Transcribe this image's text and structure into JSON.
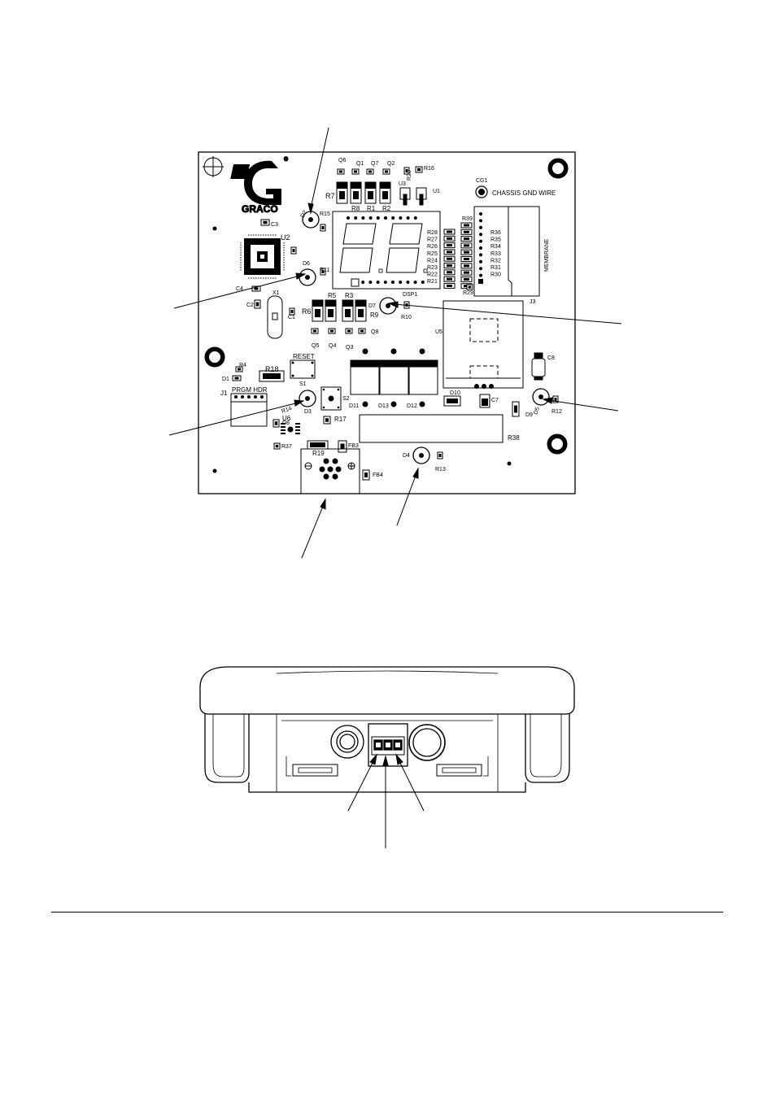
{
  "board": {
    "brand": "GRACO",
    "registered": "®",
    "chassis_label": "CHASSIS GND WIRE",
    "membrane_label": "MEMBRANE",
    "reset_label": "RESET",
    "header_label": "PRGM HDR",
    "labels": {
      "q6": "Q6",
      "q1": "Q1",
      "q7": "Q7",
      "q2": "Q2",
      "r16": "R16",
      "r20": "R20",
      "cg1": "CG1",
      "r7": "R7",
      "u3": "U3",
      "u1": "U1",
      "r8": "R8",
      "r1": "R1",
      "r2": "R2",
      "d2": "D2",
      "r15": "R15",
      "c3": "C3",
      "u2": "U2",
      "d6": "D6",
      "r11": "R11",
      "c4": "C4",
      "x1": "X1",
      "c2": "C2",
      "c1": "C1",
      "r28": "R28",
      "r27": "R27",
      "r26": "R26",
      "r25": "R25",
      "r24": "R24",
      "r23": "R23",
      "r22": "R22",
      "r21": "R21",
      "r39": "R39",
      "r29": "R29",
      "r36": "R36",
      "r35": "R35",
      "r34": "R34",
      "r33": "R33",
      "r32": "R32",
      "r31": "R31",
      "r30": "R30",
      "j3": "J3",
      "u5": "U5",
      "dsp1": "DSP1",
      "d7": "D7",
      "r10": "R10",
      "r5": "R5",
      "r3": "R3",
      "r6": "R6",
      "r9": "R9",
      "q5": "Q5",
      "q4": "Q4",
      "q3": "Q3",
      "q8": "Q8",
      "r4": "R4",
      "d1": "D1",
      "r18": "R18",
      "s1": "S1",
      "j1": "J1",
      "r14": "R14",
      "d3": "D3",
      "s2": "S2",
      "d8": "D8",
      "u6": "U6",
      "r17": "R17",
      "d11": "D11",
      "d13": "D13",
      "d12": "D12",
      "d10": "D10",
      "c7": "C7",
      "c8": "C8",
      "d9": "D9",
      "d5": "D5",
      "r12": "R12",
      "r38": "R38",
      "r37": "R37",
      "r19": "R19",
      "fb3": "FB3",
      "fb4": "FB4",
      "d4": "D4",
      "r13": "R13"
    }
  }
}
